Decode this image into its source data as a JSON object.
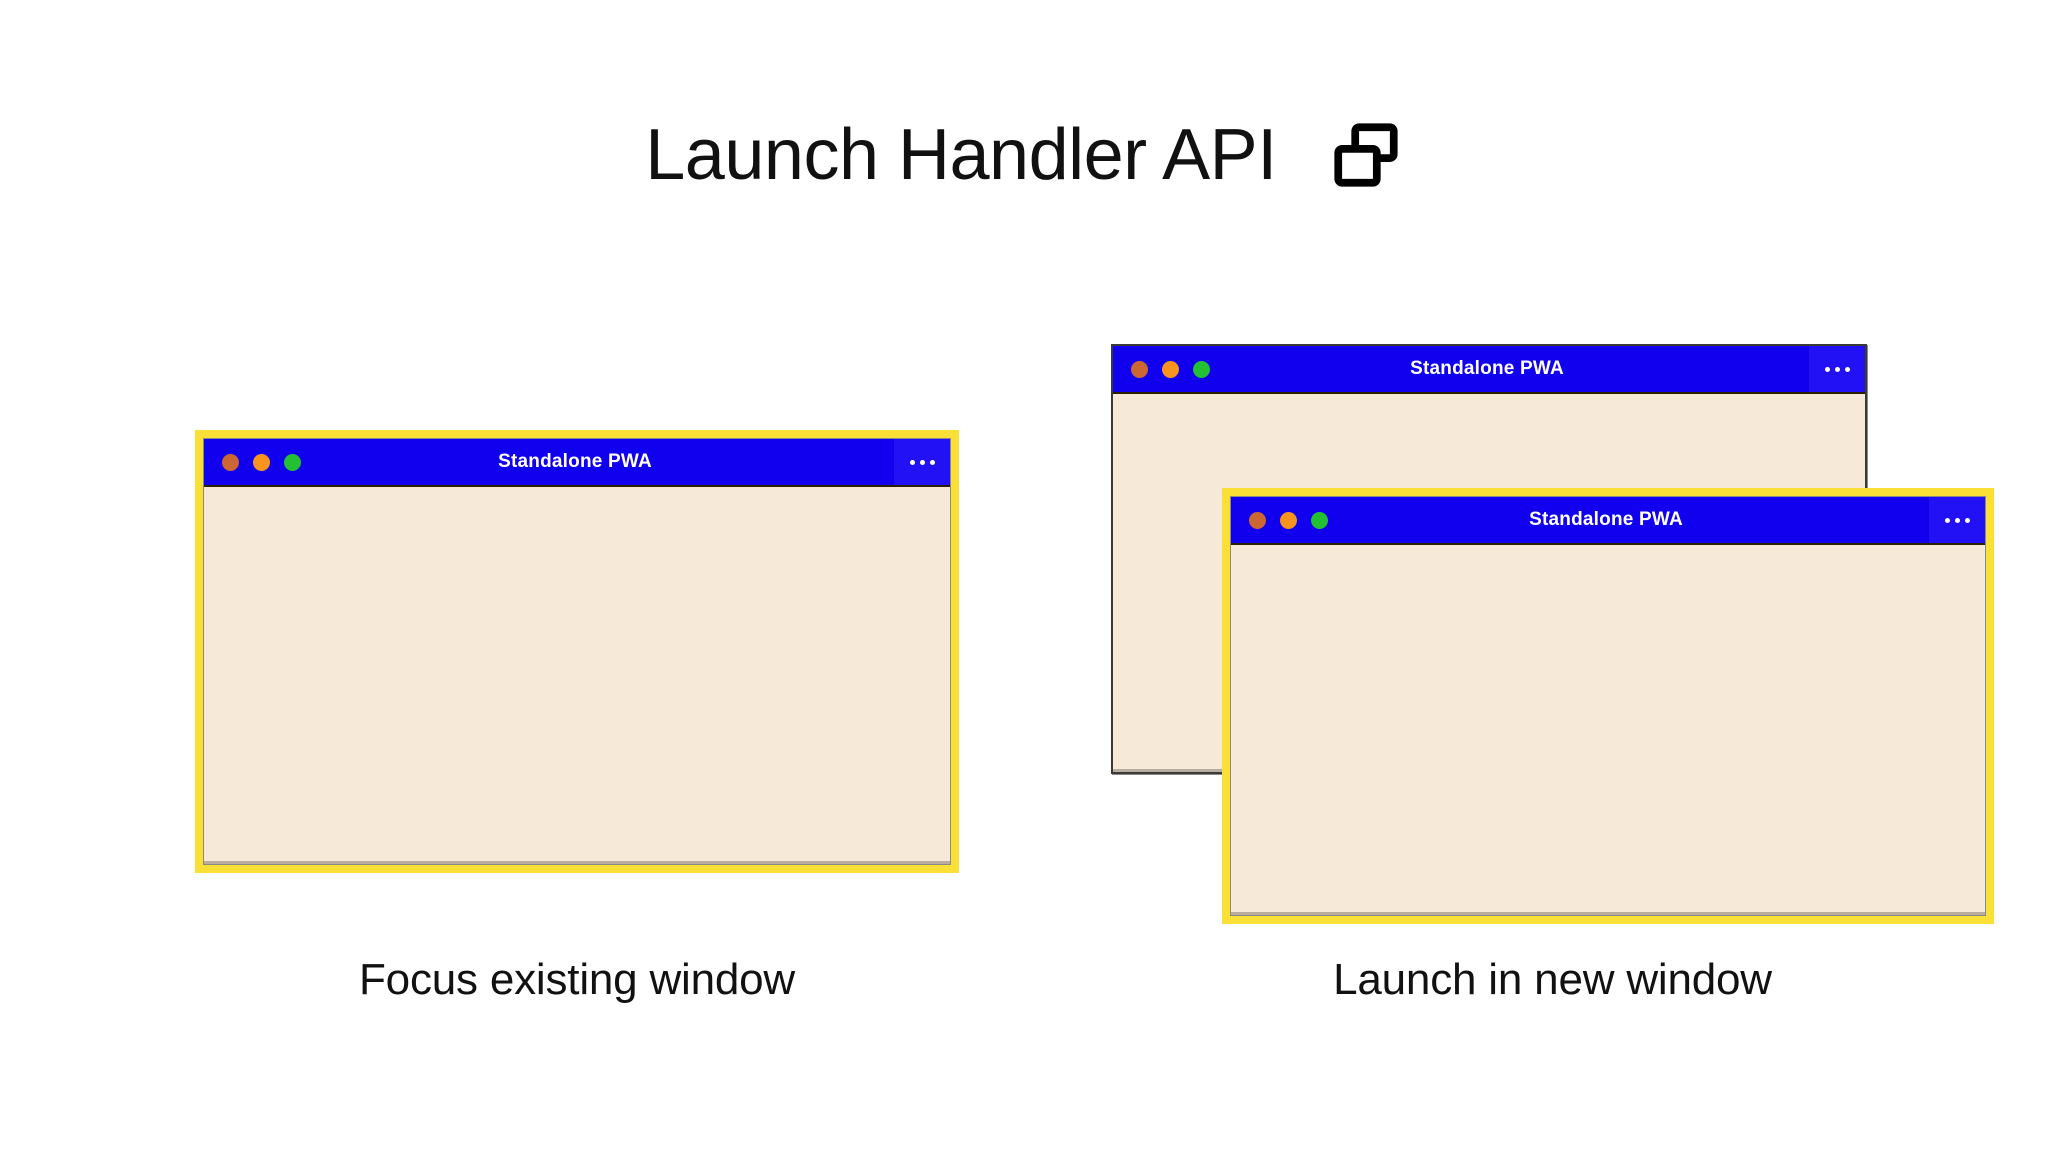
{
  "header": {
    "title": "Launch Handler API",
    "icon": "multi-window-icon"
  },
  "colors": {
    "background": "#ffffff",
    "titlebar_blue": "#1100EE",
    "menu_panel_blue": "#2211F5",
    "window_body_cream": "#F7E9D7",
    "focus_border_yellow": "#FADF36",
    "unfocused_border_grey": "#3a3a3a",
    "dot_close": "#CC6633",
    "dot_minimize": "#F7931E",
    "dot_maximize": "#22C032",
    "text_dark": "#111111",
    "titlebar_text": "#ffffff"
  },
  "scenarios": [
    {
      "id": "focus-existing",
      "caption": "Focus existing window",
      "windows": [
        {
          "id": "focus-existing-window",
          "title": "Standalone PWA",
          "focused": true,
          "menu_label": "...",
          "controls": [
            "close",
            "minimize",
            "maximize"
          ]
        }
      ]
    },
    {
      "id": "launch-new",
      "caption": "Launch in new window",
      "windows": [
        {
          "id": "new-back-window",
          "title": "Standalone PWA",
          "focused": false,
          "menu_label": "...",
          "controls": [
            "close",
            "minimize",
            "maximize"
          ]
        },
        {
          "id": "new-front-window",
          "title": "Standalone PWA",
          "focused": true,
          "menu_label": "...",
          "controls": [
            "close",
            "minimize",
            "maximize"
          ]
        }
      ]
    }
  ]
}
